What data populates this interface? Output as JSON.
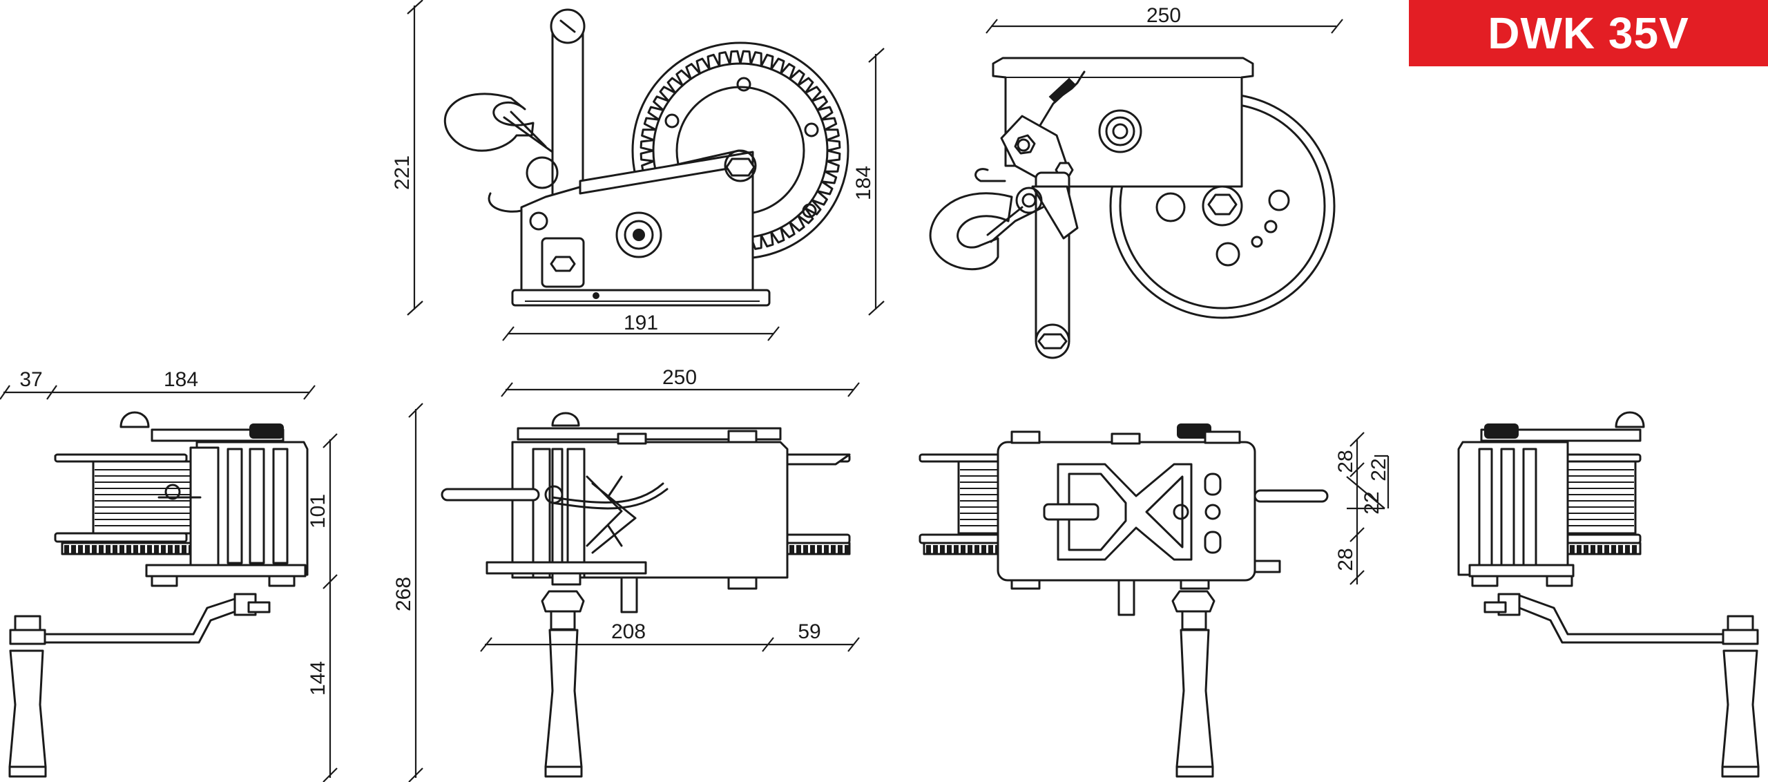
{
  "badge": {
    "model": "DWK 35V",
    "background_color": "#e31e24",
    "text_color": "#ffffff"
  },
  "drawing": {
    "line_color": "#1a1a1a",
    "views": [
      {
        "id": "side-left",
        "dimensions": {
          "height": "221",
          "width": "191",
          "gear_height": "184"
        }
      },
      {
        "id": "side-right",
        "dimensions": {
          "width": "250"
        }
      },
      {
        "id": "front-left",
        "dimensions": {
          "offset": "37",
          "width": "184",
          "spool": "101",
          "handle": "144"
        }
      },
      {
        "id": "front-main",
        "dimensions": {
          "width": "250",
          "height": "268",
          "base": "208",
          "handle_offset": "59"
        }
      },
      {
        "id": "rear",
        "dimensions": {
          "top": "28",
          "middle": "22",
          "side": "22",
          "bottom": "28"
        }
      },
      {
        "id": "front-right",
        "dimensions": {}
      }
    ]
  }
}
